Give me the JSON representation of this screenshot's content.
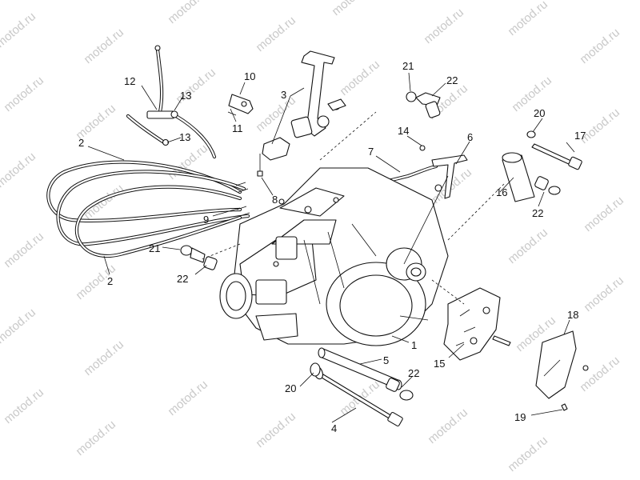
{
  "watermark": "motod.ru",
  "callouts": {
    "c1": "1",
    "c2a": "2",
    "c2b": "2",
    "c3": "3",
    "c4": "4",
    "c5": "5",
    "c6": "6",
    "c7": "7",
    "c8": "8",
    "c9": "9",
    "c10": "10",
    "c11": "11",
    "c12": "12",
    "c13a": "13",
    "c13b": "13",
    "c14": "14",
    "c15": "15",
    "c16": "16",
    "c17": "17",
    "c18": "18",
    "c19": "19",
    "c20a": "20",
    "c20b": "20",
    "c21a": "21",
    "c21b": "21",
    "c22a": "22",
    "c22b": "22",
    "c22c": "22",
    "c22d": "22"
  },
  "colors": {
    "line": "#111111",
    "watermark": "#c9c9c9",
    "background": "#ffffff"
  }
}
